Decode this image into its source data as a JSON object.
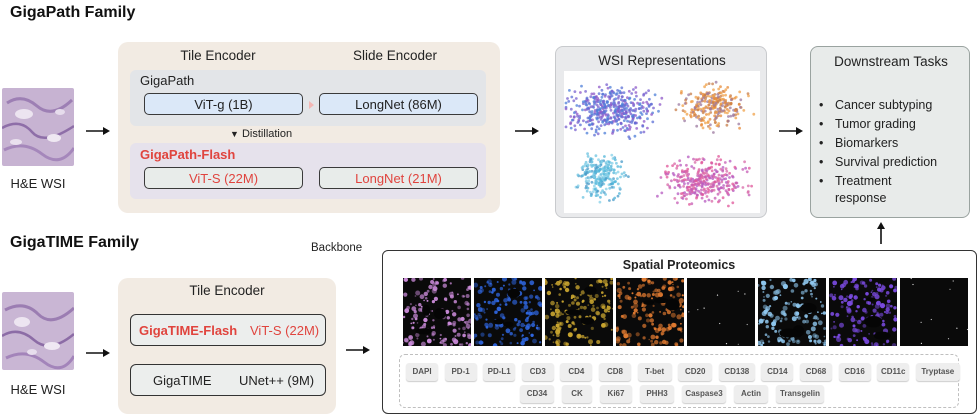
{
  "gigapath": {
    "family_title": "GigaPath Family",
    "tile_encoder_label": "Tile Encoder",
    "slide_encoder_label": "Slide Encoder",
    "gigapath_label": "GigaPath",
    "vit_g": "ViT-g (1B)",
    "longnet_86": "LongNet (86M)",
    "distillation": "Distillation",
    "flash_label": "GigaPath-Flash",
    "vit_s": "ViT-S (22M)",
    "longnet_21": "LongNet (21M)",
    "wsi_caption": "H&E WSI"
  },
  "wsi_representations": {
    "title": "WSI Representations"
  },
  "downstream": {
    "title": "Downstream Tasks",
    "tasks": [
      "Cancer subtyping",
      "Tumor grading",
      "Biomarkers",
      "Survival prediction",
      "Treatment",
      "response"
    ]
  },
  "backbone_label": "Backbone",
  "gigatime": {
    "family_title": "GigaTIME Family",
    "tile_encoder_label": "Tile Encoder",
    "flash_label": "GigaTIME-Flash",
    "flash_model": "ViT-S (22M)",
    "base_label": "GigaTIME",
    "base_model": "UNet++ (9M)",
    "wsi_caption": "H&E WSI"
  },
  "spatial_proteomics": {
    "title": "Spatial Proteomics",
    "panel_colors": [
      "#c98ad8",
      "#2f66e0",
      "#c9a530",
      "#e07a30",
      "#ffffff",
      "#8fc7ee",
      "#7a4ae0",
      "#ffffff"
    ],
    "markers_row1": [
      "DAPI",
      "PD-1",
      "PD-L1",
      "CD3",
      "CD4",
      "CD8",
      "T-bet",
      "CD20",
      "CD138",
      "CD14",
      "CD68",
      "CD16",
      "CD11c",
      "Tryptase"
    ],
    "markers_row2": [
      "CD34",
      "CK",
      "Ki67",
      "PHH3",
      "Caspase3",
      "Actin",
      "Transgelin"
    ]
  }
}
